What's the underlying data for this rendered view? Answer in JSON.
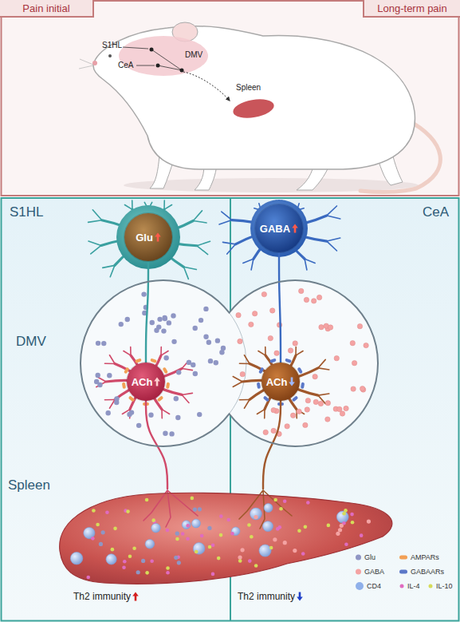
{
  "diagram": {
    "nodes": [
      {
        "text": [
          "Pain initial"
        ]
      },
      {
        "text": [
          "Long-term pain"
        ]
      },
      {
        "text": [
          "Glu"
        ]
      },
      {
        "text": [
          "GABA"
        ]
      },
      {
        "text": [
          "DMV"
        ]
      },
      {
        "text": [
          "ACh"
        ],
        "in": 4
      },
      {
        "text": [
          "ACh"
        ],
        "in": 4
      },
      {
        "text": [
          "Spleen",
          "Th2 immunity",
          "Th2 immunity"
        ]
      }
    ],
    "edges": [
      {
        "from": 2,
        "to": 5,
        "arrow": "none"
      },
      {
        "from": 3,
        "to": 6,
        "arrow": "none"
      },
      {
        "from": 5,
        "to": 7,
        "arrow": "none"
      },
      {
        "from": 6,
        "to": 7,
        "arrow": "none"
      }
    ],
    "labels": [
      "S1HL",
      "CeA",
      "DMV",
      "Spleen",
      "S1HL",
      "CeA"
    ],
    "legend": [
      {
        "text": "Glu",
        "color": "#8f96c4"
      },
      {
        "text": "AMPARs",
        "color": "#f2a055"
      },
      {
        "text": "GABA",
        "color": "#f4a3a3"
      },
      {
        "text": "GABAARs",
        "color": "#5b78c8"
      },
      {
        "text": "CD4",
        "color": "#8fb0ea"
      },
      {
        "text": "IL-4",
        "color": "#e06cc0"
      },
      {
        "text": "IL-10",
        "color": "#d6dc5a"
      }
    ]
  }
}
